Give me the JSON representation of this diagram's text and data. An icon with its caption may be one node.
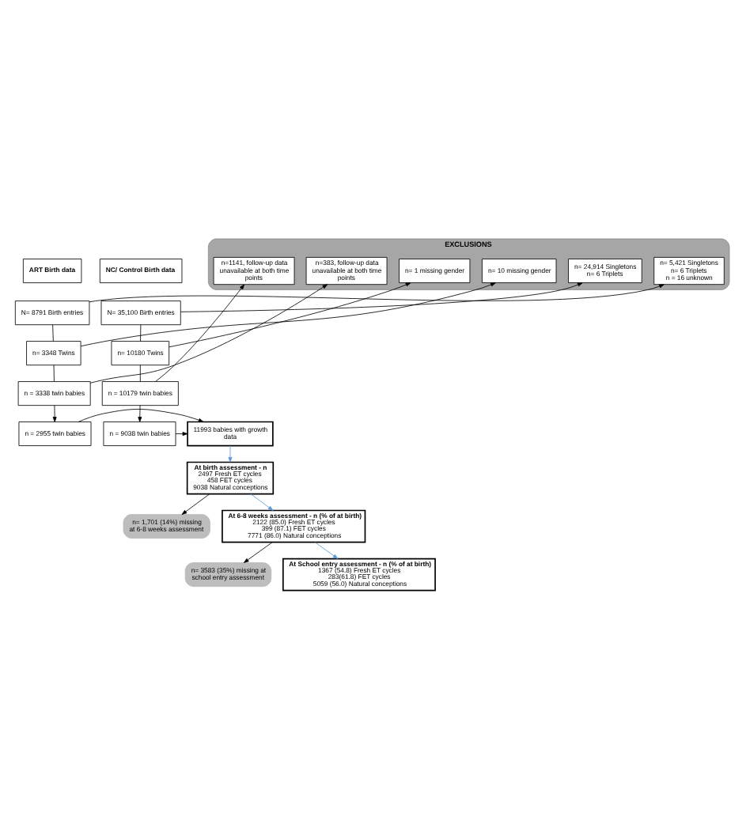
{
  "diagram": {
    "nodes": [
      {
        "text": [
          "ART Birth data"
        ]
      },
      {
        "text": [
          "N= 8791 Birth entries"
        ]
      },
      {
        "text": [
          "NC/ Control Birth data"
        ]
      },
      {
        "text": [
          "N= 35,100 Birth entries"
        ]
      },
      {
        "text": [
          "EXCLUSIONS"
        ]
      },
      {
        "text": [
          "n= 5,421 Singletons",
          "n= 6 Triplets",
          "n = 16 unknown"
        ],
        "in": 4
      },
      {
        "text": [
          "n= 24,914 Singletons",
          "n= 6 Triplets"
        ],
        "in": 4
      },
      {
        "text": [
          "n= 10 missing gender"
        ],
        "in": 4
      },
      {
        "text": [
          "n= 1 missing gender"
        ],
        "in": 4
      },
      {
        "text": [
          "n=383, follow-up data unavailable at both time points"
        ],
        "in": 4
      },
      {
        "text": [
          "n=1141, follow-up data unavailable at both time points"
        ],
        "in": 4
      },
      {
        "text": [
          "n= 3348 Twins"
        ]
      },
      {
        "text": [
          "n= 10180 Twins"
        ]
      },
      {
        "text": [
          "n = 3338 twin babies"
        ]
      },
      {
        "text": [
          "n = 10179 twin babies"
        ]
      },
      {
        "text": [
          "n = 2955 twin babies"
        ]
      },
      {
        "text": [
          "11993 babies with growth data"
        ]
      },
      {
        "text": [
          "n = 9038 twin babies"
        ]
      },
      {
        "text": [
          "At birth assessment - n",
          "2497 Fresh ET cycles",
          "458 FET cycles",
          "9038 Natural conceptions"
        ]
      },
      {
        "text": [
          "n= 1,701 (14%) missing at 6-8 weeks assessment"
        ]
      },
      {
        "text": [
          "At 6-8 weeks assessment - n (% of at birth)",
          "2122 (85.0) Fresh ET cycles",
          "399 (87.1) FET cycles",
          "7771 (86.0) Natural conceptions"
        ]
      },
      {
        "text": [
          "n= 3583 (35%) missing at school entry assessment"
        ]
      },
      {
        "text": [
          "At School entry assessment - n (% of at birth)",
          "1367 (54.8) Fresh ET cycles",
          "283(61.8) FET cycles",
          "5059 (56.0) Natural conceptions"
        ]
      }
    ],
    "edges": [
      {
        "from": 1,
        "to": 11,
        "arrow": "none"
      },
      {
        "from": 1,
        "to": 5,
        "arrow": "to"
      },
      {
        "from": 3,
        "to": 12,
        "arrow": "none"
      },
      {
        "from": 3,
        "to": 6,
        "arrow": "to"
      },
      {
        "from": 11,
        "to": 13,
        "arrow": "none"
      },
      {
        "from": 11,
        "to": 7,
        "arrow": "to"
      },
      {
        "from": 12,
        "to": 14,
        "arrow": "none"
      },
      {
        "from": 12,
        "to": 8,
        "arrow": "to"
      },
      {
        "from": 13,
        "to": 15,
        "arrow": "to"
      },
      {
        "from": 13,
        "to": 9,
        "arrow": "to"
      },
      {
        "from": 14,
        "to": 17,
        "arrow": "to"
      },
      {
        "from": 14,
        "to": 10,
        "arrow": "to"
      },
      {
        "from": 15,
        "to": 16,
        "arrow": "to"
      },
      {
        "from": 17,
        "to": 16,
        "arrow": "to"
      },
      {
        "from": 16,
        "to": 18,
        "arrow": "to",
        "color": "#5b9bd5"
      },
      {
        "from": 18,
        "to": 20,
        "arrow": "to",
        "color": "#5b9bd5"
      },
      {
        "from": 18,
        "to": 19,
        "arrow": "to"
      },
      {
        "from": 20,
        "to": 22,
        "arrow": "to",
        "color": "#5b9bd5"
      },
      {
        "from": 20,
        "to": 21,
        "arrow": "to"
      }
    ]
  }
}
